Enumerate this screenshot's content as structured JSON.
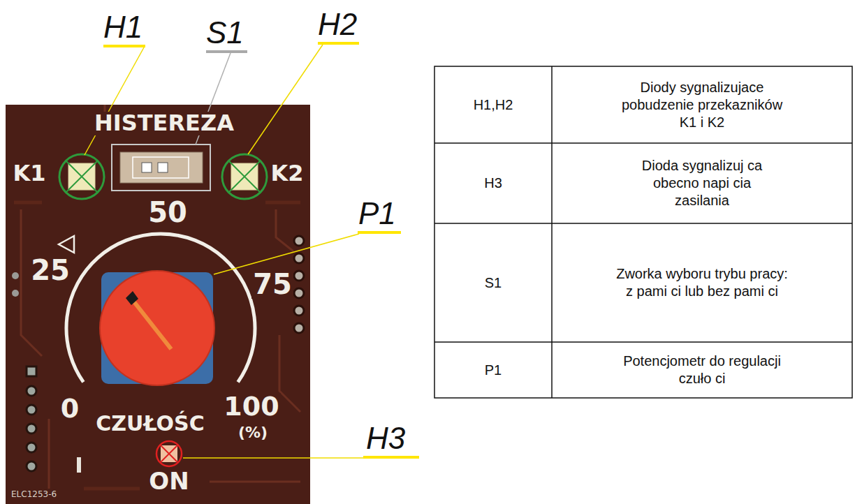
{
  "diagram": {
    "labels": [
      "H1",
      "S1",
      "H2",
      "P1",
      "H3",
      "HISTEREZA",
      "K1",
      "K2",
      "50",
      "25",
      "75",
      "0",
      "CZUŁOŚC",
      "100",
      "(%)",
      "ON",
      "ELC1253-6",
      "H1,H2",
      "Diody sygnalizujace pobudzenie przekazników K1 i K2",
      "H3",
      "Dioda sygnalizuj ca obecno napi cia zasilania",
      "S1",
      "Zworka wyboru trybu pracy: z pami ci lub bez pami ci",
      "P1",
      "Potencjometr do regulacji czuło ci"
    ]
  }
}
